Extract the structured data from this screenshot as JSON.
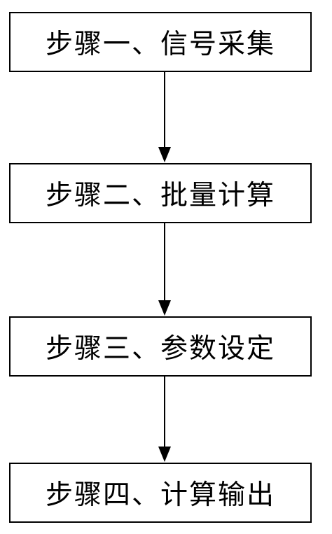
{
  "diagram": {
    "steps": [
      {
        "label": "步骤一、信号采集"
      },
      {
        "label": "步骤二、批量计算"
      },
      {
        "label": "步骤三、参数设定"
      },
      {
        "label": "步骤四、计算输出"
      }
    ],
    "colors": {
      "stroke": "#000000",
      "background": "#ffffff"
    }
  }
}
